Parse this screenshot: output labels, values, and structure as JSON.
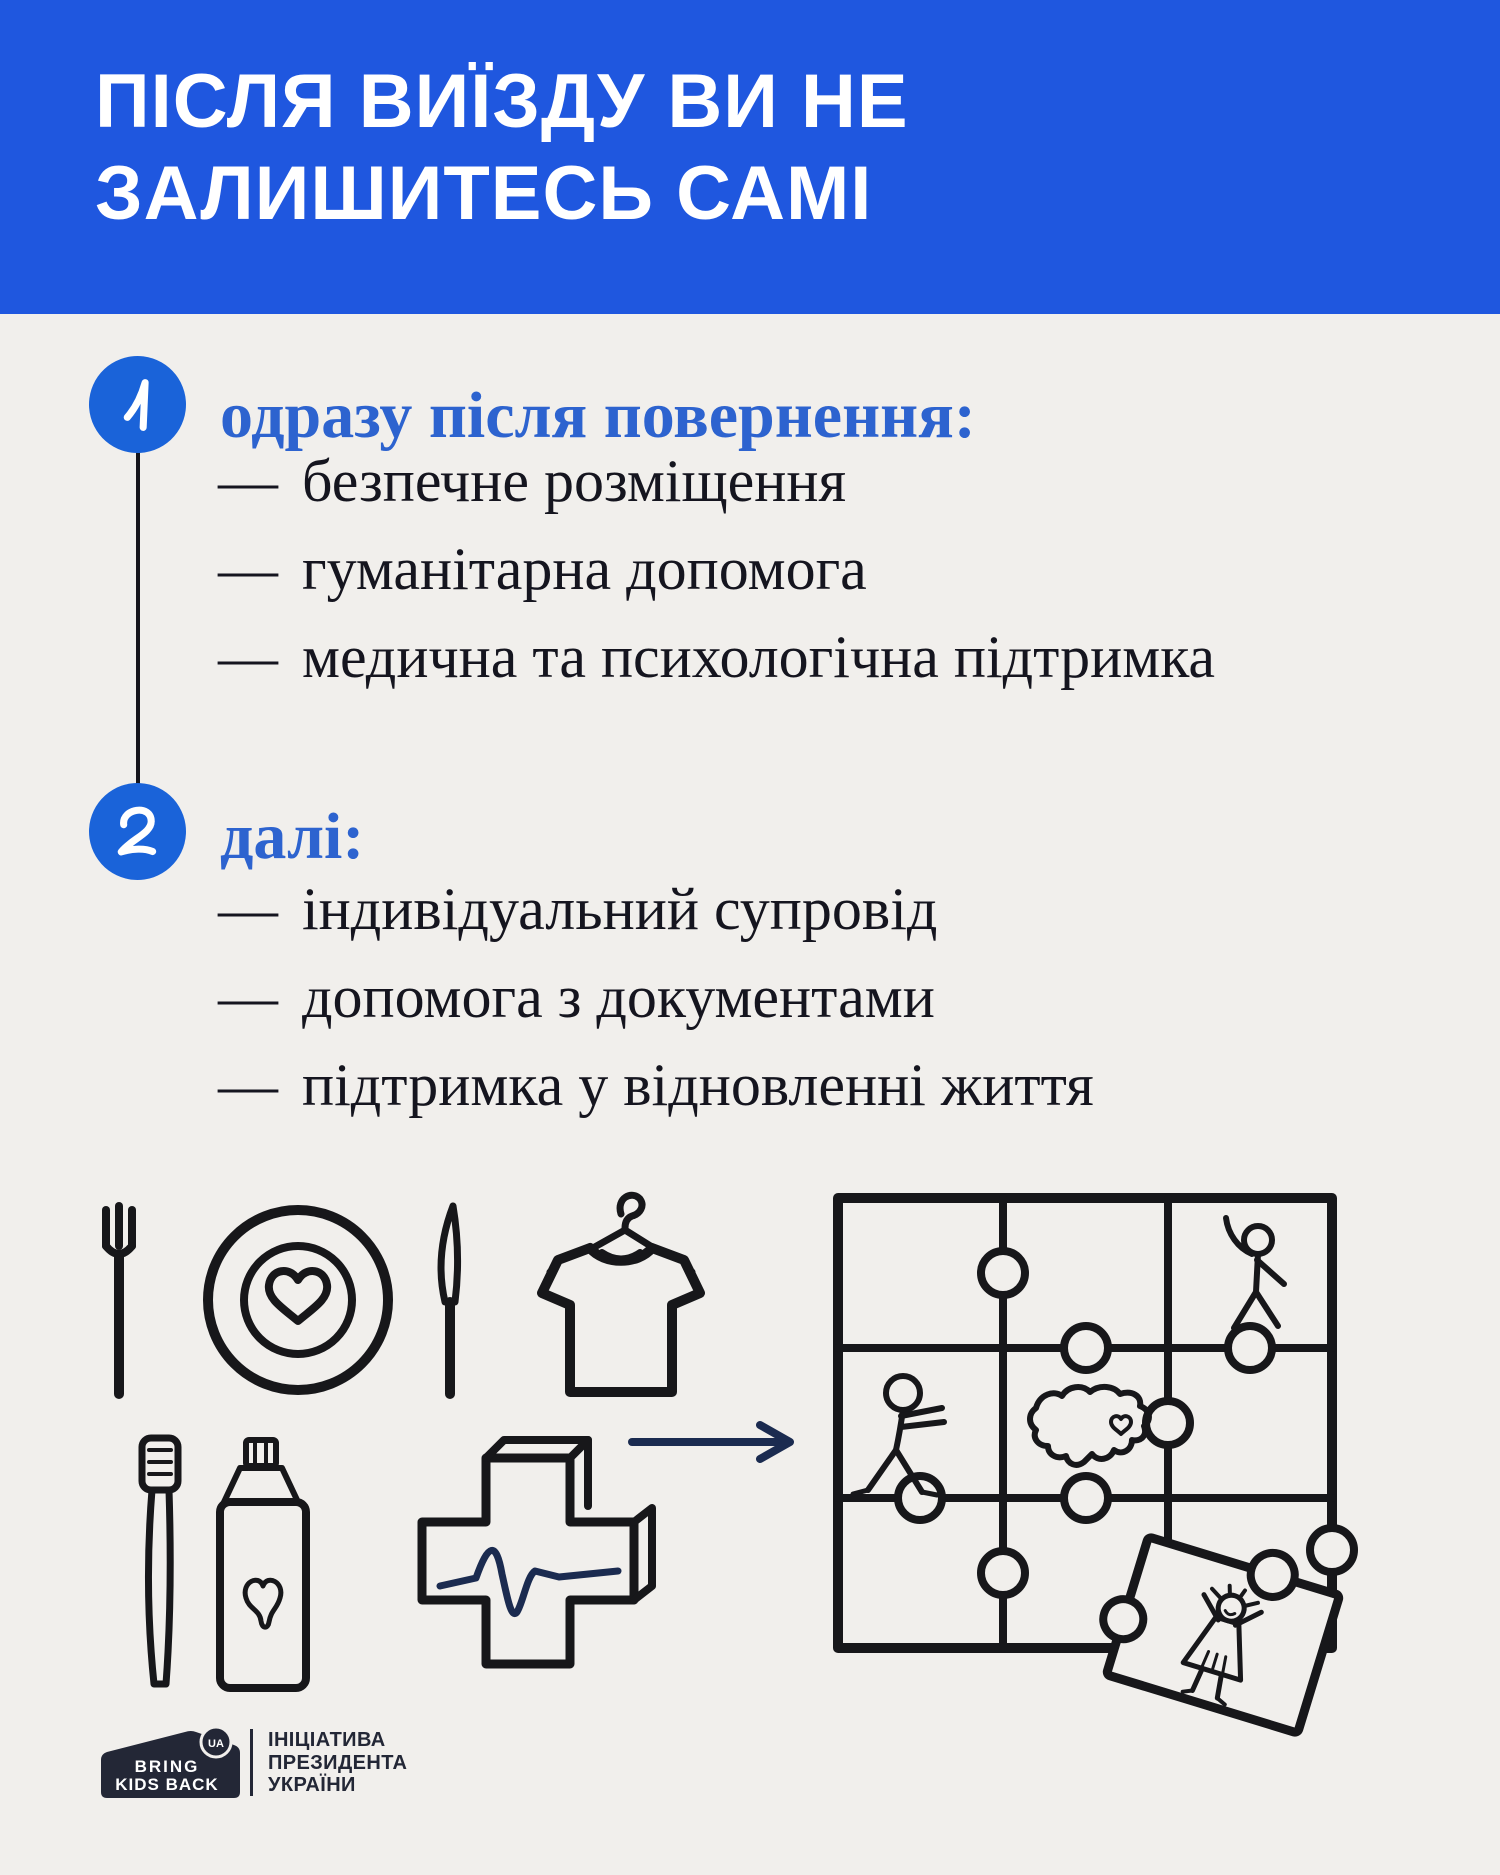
{
  "header": {
    "line1": "ПІСЛЯ ВИЇЗДУ ВИ НЕ",
    "line2": "ЗАЛИШИТЕСЬ САМІ"
  },
  "list": {
    "dash": "—"
  },
  "steps": [
    {
      "number": "1",
      "title": "одразу після повернення:",
      "items": [
        "безпечне розміщення",
        "гуманітарна допомога",
        "медична та психологічна підтримка"
      ]
    },
    {
      "number": "2",
      "title": "далі:",
      "items": [
        "індивідуальний супровід",
        "допомога з документами",
        "підтримка у відновленні життя"
      ]
    }
  ],
  "illustrations": {
    "icons": [
      "fork-plate-knife-icon",
      "tshirt-on-hanger-icon",
      "toothbrush-toothpaste-icon",
      "medical-cross-pulse-icon"
    ],
    "arrow": "right-arrow",
    "puzzle": "ukraine-puzzle-with-children"
  },
  "logo": {
    "brand_line1": "BRING",
    "brand_line2": "KIDS BACK",
    "badge": "UA",
    "tagline_line1": "ІНІЦІАТИВА",
    "tagline_line2": "ПРЕЗИДЕНТА",
    "tagline_line3": "УКРАЇНИ"
  },
  "colors": {
    "background": "#f1efec",
    "header_bg": "#1f57df",
    "step_circle_blue": "#1a63d9",
    "heading_blue": "#2d63cf",
    "body_text": "#15151f",
    "drawing_ink": "#17171a",
    "accent_navy": "#1b2b50",
    "logo_navy": "#232736",
    "white": "#ffffff"
  }
}
